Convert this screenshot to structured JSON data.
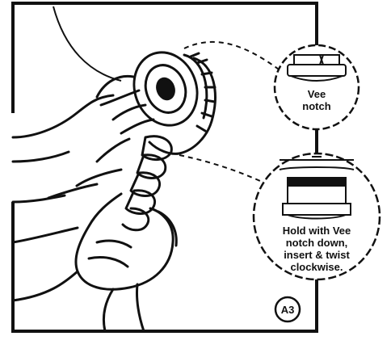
{
  "figure": {
    "callout_top": {
      "lines": [
        "Vee",
        "notch"
      ]
    },
    "callout_bottom": {
      "lines": [
        "Hold with Vee",
        "notch down,",
        "insert & twist",
        "clockwise."
      ]
    },
    "figure_id": "A3",
    "icons": [
      "respirator-hands-illustration",
      "cartridge-icon",
      "filter-holder-icon"
    ]
  }
}
